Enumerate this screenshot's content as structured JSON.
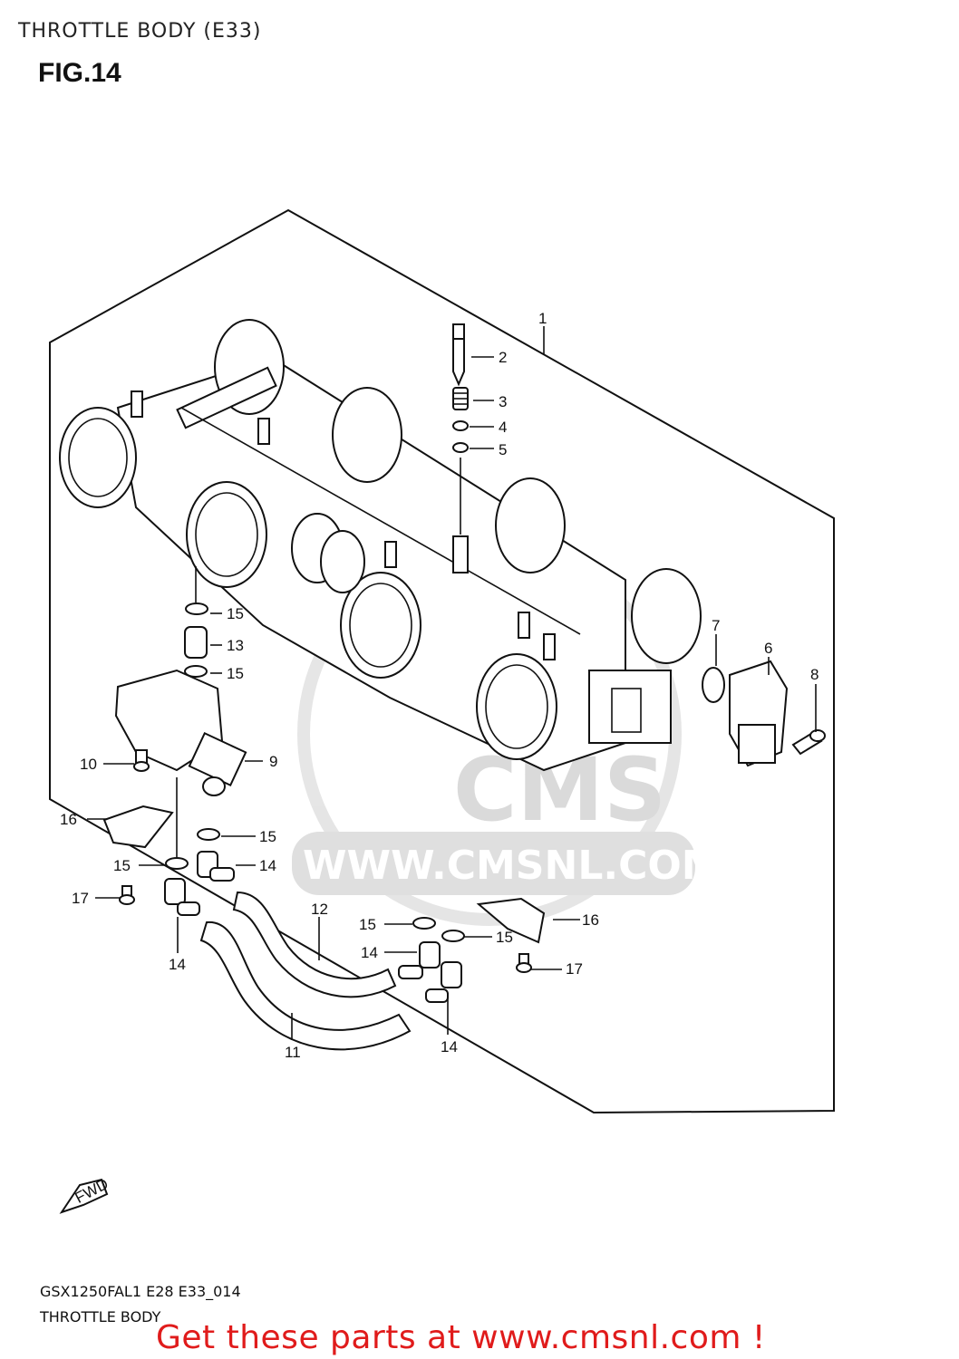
{
  "header": {
    "section_title": "THROTTLE BODY (E33)",
    "figure_label": "FIG.14"
  },
  "footer": {
    "model_code": "GSX1250FAL1 E28 E33_014",
    "part_group": "THROTTLE BODY",
    "cta": "Get these parts at www.cmsnl.com !"
  },
  "watermark": {
    "brand": "CMS",
    "url": "WWW.CMSNL.COM"
  },
  "direction_marker": "FWD",
  "callouts": [
    {
      "id": "c1",
      "text": "1"
    },
    {
      "id": "c2",
      "text": "2"
    },
    {
      "id": "c3",
      "text": "3"
    },
    {
      "id": "c4",
      "text": "4"
    },
    {
      "id": "c5",
      "text": "5"
    },
    {
      "id": "c6",
      "text": "6"
    },
    {
      "id": "c7",
      "text": "7"
    },
    {
      "id": "c8",
      "text": "8"
    },
    {
      "id": "c9",
      "text": "9"
    },
    {
      "id": "c10",
      "text": "10"
    },
    {
      "id": "c11",
      "text": "11"
    },
    {
      "id": "c12",
      "text": "12"
    },
    {
      "id": "c13",
      "text": "13"
    },
    {
      "id": "c14a",
      "text": "14"
    },
    {
      "id": "c14b",
      "text": "14"
    },
    {
      "id": "c14c",
      "text": "14"
    },
    {
      "id": "c14d",
      "text": "14"
    },
    {
      "id": "c15a",
      "text": "15"
    },
    {
      "id": "c15b",
      "text": "15"
    },
    {
      "id": "c15c",
      "text": "15"
    },
    {
      "id": "c15d",
      "text": "15"
    },
    {
      "id": "c15e",
      "text": "15"
    },
    {
      "id": "c15f",
      "text": "15"
    },
    {
      "id": "c16a",
      "text": "16"
    },
    {
      "id": "c16b",
      "text": "16"
    },
    {
      "id": "c17a",
      "text": "17"
    },
    {
      "id": "c17b",
      "text": "17"
    }
  ]
}
